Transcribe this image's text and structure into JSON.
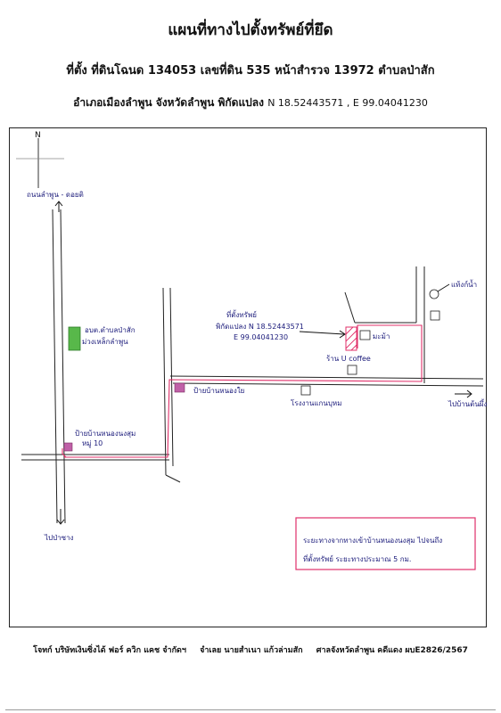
{
  "header": {
    "title": "แผนที่ทางไปตั้งทรัพย์ที่ยึด",
    "location_line": "ที่ตั้ง ที่ดินโฉนด 134053 เลขที่ดิน 535 หน้าสำรวจ 13972 ตำบลป่าสัก",
    "district_line": "อำเภอเมืองลำพูน  จังหวัดลำพูน   พิกัดแปลง",
    "coordinates": "N 18.52443571 , E 99.04041230"
  },
  "map": {
    "north": "N",
    "labels": {
      "road_lamphun_doisaket": "ถนนลำพูน - ดอยติ",
      "to_pasang": "ไปป่าซาง",
      "sao_building": "อบต.ตำบลป่าสัก",
      "sao_building_2": "ม่วงเหล็กลำพูน",
      "sign_ban_nongnongsum": "ป้ายบ้านหนองนงสุม",
      "moo10": "หมู่ 10",
      "sign_ban_nongyai": "ป้ายบ้านหนองใย",
      "factory": "โรงงานแกนบุหม",
      "property_title": "ที่ตั้งทรัพย์",
      "property_coord_n": "พิกัดแปลง N 18.52443571",
      "property_coord_e": "E 99.04041230",
      "meter": "มะม้า",
      "cafe": "ร้าน U coffee",
      "water_tank": "แท้งก์น้ำ",
      "to_tonpueng": "ไปบ้านต้นผึ้ง"
    },
    "note_line1": "ระยะทางจากทางเข้าบ้านหนองนงสุม ไปจนถึง",
    "note_line2": "ที่ตั้งทรัพย์  ระยะทางประมาณ  5  กม.",
    "colors": {
      "road_outline": "#222222",
      "route": "#e0306a",
      "park": "#58b84a",
      "marker": "#c060a8",
      "note_border": "#e0306a"
    }
  },
  "footer": {
    "plaintiff": "โจทก์ บริษัทเงินซิ่งได้ ฟอร์ ควิก แคช จำกัดฯ",
    "defendant": "จำเลย นายสำเนา  แก้วล่ามสัก",
    "court": "ศาลจังหวัดลำพูน  คดีแดง ผบE2826/2567"
  }
}
